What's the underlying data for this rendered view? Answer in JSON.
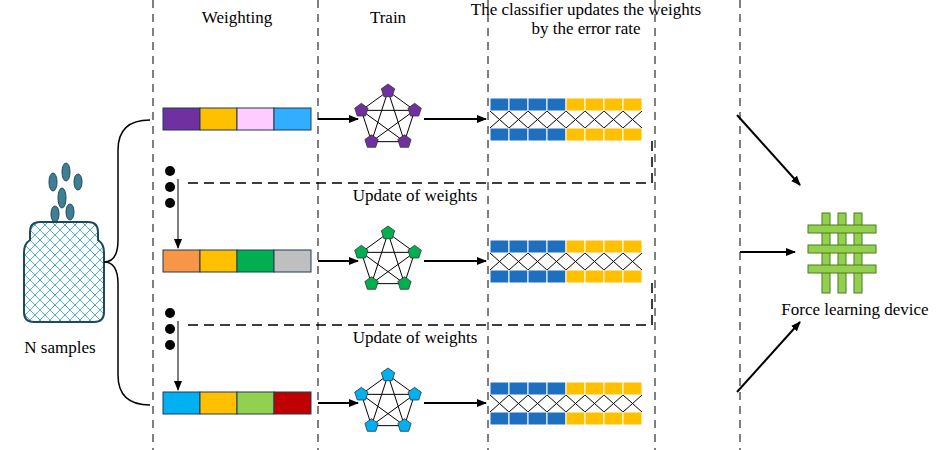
{
  "diagram": {
    "nodes": [
      {
        "text": [
          "N samples"
        ]
      },
      {
        "text": [
          "Force learning device"
        ]
      }
    ],
    "labels": [
      "Weighting",
      "Train",
      "The classifier updates the weights by the error rate",
      "Update of weights",
      "Update of weights"
    ]
  }
}
